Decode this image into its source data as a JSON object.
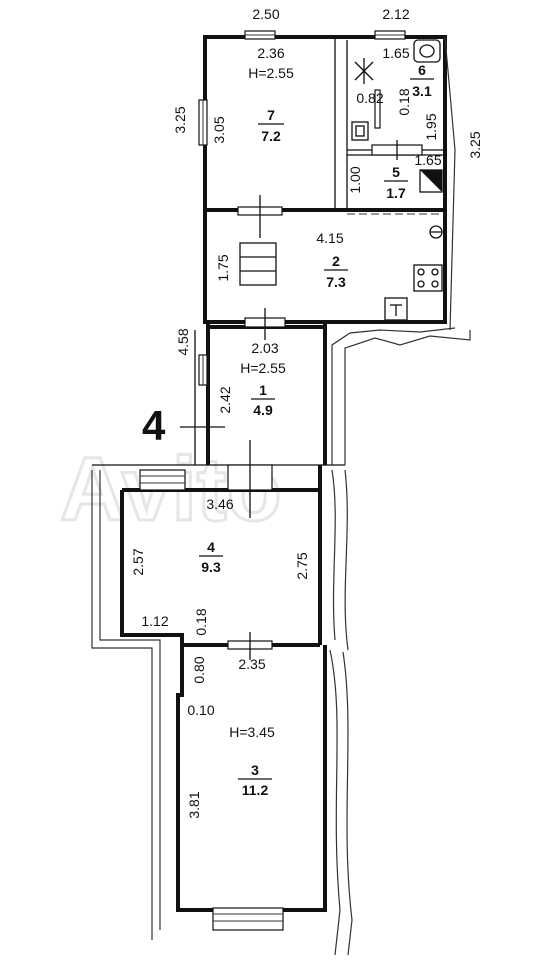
{
  "watermark": "Avito",
  "section_marker": "4",
  "rooms": [
    {
      "id": "room-7",
      "number": "7",
      "area": "7.2",
      "height": "H=2.55"
    },
    {
      "id": "room-6",
      "number": "6",
      "area": "3.1"
    },
    {
      "id": "room-5",
      "number": "5",
      "area": "1.7"
    },
    {
      "id": "room-2",
      "number": "2",
      "area": "7.3"
    },
    {
      "id": "room-1",
      "number": "1",
      "area": "4.9",
      "height": "H=2.55"
    },
    {
      "id": "room-4",
      "number": "4",
      "area": "9.3"
    },
    {
      "id": "room-3",
      "number": "3",
      "area": "11.2",
      "height": "H=3.45"
    }
  ],
  "dimensions": [
    "2.50",
    "2.12",
    "2.36",
    "1.65",
    "0.82",
    "0.18",
    "1.95",
    "3.25",
    "3.05",
    "3.25",
    "1.65",
    "1.00",
    "4.15",
    "1.75",
    "4.58",
    "2.03",
    "2.42",
    "3.46",
    "2.57",
    "2.75",
    "1.12",
    "0.18",
    "2.35",
    "0.80",
    "0.10",
    "3.81"
  ]
}
